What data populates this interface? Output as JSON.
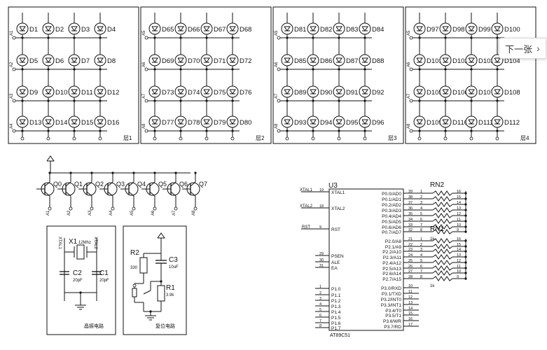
{
  "panels": [
    {
      "label": "层1",
      "diodes": [
        "D1",
        "D2",
        "D3",
        "D4",
        "D5",
        "D6",
        "D7",
        "D8",
        "D9",
        "D10",
        "D11",
        "D12",
        "D13",
        "D14",
        "D15",
        "D16"
      ],
      "rows": [
        "A1",
        "A2",
        "A3",
        "A4"
      ]
    },
    {
      "label": "层2",
      "diodes": [
        "D65",
        "D66",
        "D67",
        "D68",
        "D69",
        "D70",
        "D71",
        "D72",
        "D73",
        "D74",
        "D75",
        "D76",
        "D77",
        "D78",
        "D79",
        "D80"
      ],
      "rows": [
        "A5",
        "A6",
        "A7",
        "A8"
      ]
    },
    {
      "label": "层3",
      "diodes": [
        "D81",
        "D82",
        "D83",
        "D84",
        "D85",
        "D86",
        "D87",
        "D88",
        "D89",
        "D90",
        "D91",
        "D92",
        "D93",
        "D94",
        "D95",
        "D96"
      ],
      "rows": [
        "A5",
        "A6",
        "A7",
        "A8"
      ]
    },
    {
      "label": "层4",
      "diodes": [
        "D97",
        "D98",
        "D99",
        "D100",
        "D101",
        "D102",
        "D103",
        "D104",
        "D105",
        "D106",
        "D107",
        "D108",
        "D109",
        "D110",
        "D111",
        "D112"
      ],
      "rows": [
        "A5",
        "A6",
        "A7",
        "A8"
      ]
    }
  ],
  "transistors": {
    "labels": [
      "Q0",
      "Q1",
      "Q2",
      "Q3",
      "Q4",
      "Q5",
      "Q6",
      "Q7"
    ],
    "emitters": [
      "A1",
      "A2",
      "A3",
      "A4",
      "A5",
      "A6",
      "A7",
      "A8"
    ]
  },
  "oscillator": {
    "title": "晶振电路",
    "crystal": "X1",
    "freq": "12Mhz",
    "c1": "C1",
    "c2": "C2",
    "cval1": "20pF",
    "cval2": "20pF",
    "xtal1": "XTAL1",
    "xtal2": "XTAL2"
  },
  "reset": {
    "title": "复位电路",
    "r2": "R2",
    "r2val": "330",
    "c3": "C3",
    "c3val": "10uF",
    "r1": "R1",
    "r1val": "3.9k"
  },
  "mcu": {
    "ref": "U3",
    "part": "AT89C51",
    "left_pins": [
      {
        "num": "19",
        "name": "XTAL1",
        "net": "XTAL1"
      },
      {
        "num": "18",
        "name": "XTAL2",
        "net": "XTAL2"
      },
      {
        "num": "9",
        "name": "RST",
        "net": "RST"
      },
      {
        "num": "29",
        "name": "PSEN",
        "net": ""
      },
      {
        "num": "30",
        "name": "ALE",
        "net": ""
      },
      {
        "num": "31",
        "name": "EA",
        "net": ""
      },
      {
        "num": "1",
        "name": "P1.0",
        "net": ""
      },
      {
        "num": "2",
        "name": "P1.1",
        "net": ""
      },
      {
        "num": "3",
        "name": "P1.2",
        "net": ""
      },
      {
        "num": "4",
        "name": "P1.3",
        "net": ""
      },
      {
        "num": "5",
        "name": "P1.4",
        "net": ""
      },
      {
        "num": "6",
        "name": "P1.5",
        "net": ""
      },
      {
        "num": "7",
        "name": "P1.6",
        "net": ""
      },
      {
        "num": "8",
        "name": "P1.7",
        "net": ""
      }
    ],
    "p0": [
      {
        "num": "39",
        "name": "P0.0/AD0"
      },
      {
        "num": "38",
        "name": "P0.1/AD1"
      },
      {
        "num": "37",
        "name": "P0.2/AD2"
      },
      {
        "num": "36",
        "name": "P0.3/AD3"
      },
      {
        "num": "35",
        "name": "P0.4/AD4"
      },
      {
        "num": "34",
        "name": "P0.5/AD5"
      },
      {
        "num": "33",
        "name": "P0.6/AD6"
      },
      {
        "num": "32",
        "name": "P0.7/AD7"
      }
    ],
    "p2": [
      {
        "num": "21",
        "name": "P2.0/A8"
      },
      {
        "num": "22",
        "name": "P2.1/A9"
      },
      {
        "num": "23",
        "name": "P2.2/A10"
      },
      {
        "num": "24",
        "name": "P2.3/A11"
      },
      {
        "num": "25",
        "name": "P2.4/A12"
      },
      {
        "num": "26",
        "name": "P2.5/A13"
      },
      {
        "num": "27",
        "name": "P2.6/A14"
      },
      {
        "num": "28",
        "name": "P2.7/A15"
      }
    ],
    "p3": [
      {
        "num": "10",
        "name": "P3.0/RXD"
      },
      {
        "num": "11",
        "name": "P3.1/TXD"
      },
      {
        "num": "12",
        "name": "P3.2/INT0"
      },
      {
        "num": "13",
        "name": "P3.3/INT1"
      },
      {
        "num": "14",
        "name": "P3.4/T0"
      },
      {
        "num": "15",
        "name": "P3.5/T1"
      },
      {
        "num": "16",
        "name": "P3.6/WR"
      },
      {
        "num": "17",
        "name": "P3.7/RD"
      }
    ]
  },
  "rn2": {
    "ref": "RN2",
    "val": "1k",
    "left": [
      "1",
      "2",
      "3",
      "4",
      "5",
      "6",
      "7",
      "8"
    ],
    "right": [
      "16",
      "15",
      "14",
      "13",
      "12",
      "11",
      "10",
      "9"
    ]
  },
  "rn1": {
    "ref": "RN1",
    "val": "1k",
    "left": [
      "1",
      "2",
      "3",
      "4",
      "5",
      "6",
      "7",
      "8"
    ],
    "right": [
      "16",
      "15",
      "14",
      "13",
      "12",
      "11",
      "10",
      "9"
    ]
  },
  "next_button": {
    "label": "下一张",
    "icon": "chevron-right-icon"
  }
}
